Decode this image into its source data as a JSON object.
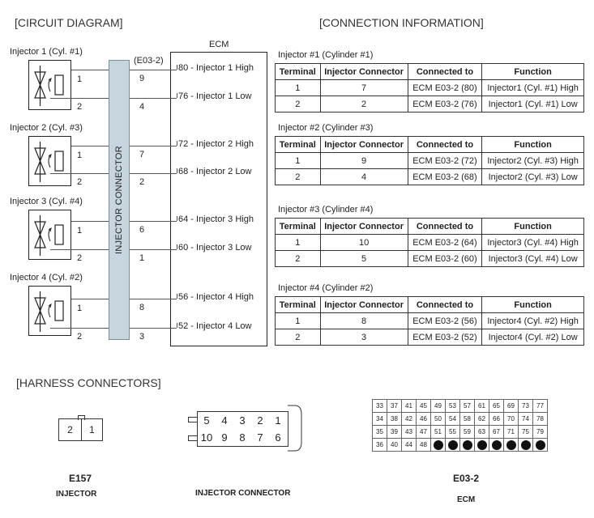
{
  "sections": {
    "circuit": "[CIRCUIT DIAGRAM]",
    "connection": "[CONNECTION INFORMATION]",
    "harness": "[HARNESS CONNECTORS]"
  },
  "circuit": {
    "ecm_title": "ECM",
    "connector_code": "(E03-2)",
    "bus_label": "INJECTOR CONNECTOR",
    "injectors": [
      {
        "label": "Injector 1 (Cyl. #1)",
        "pin1": "1",
        "pin2": "2",
        "conn_high": "9",
        "conn_low": "4",
        "ecm_high": "80 - Injector 1 High",
        "ecm_low": "76 - Injector 1 Low"
      },
      {
        "label": "Injector 2 (Cyl. #3)",
        "pin1": "1",
        "pin2": "2",
        "conn_high": "7",
        "conn_low": "2",
        "ecm_high": "72 - Injector 2 High",
        "ecm_low": "68 - Injector 2 Low"
      },
      {
        "label": "Injector 3 (Cyl. #4)",
        "pin1": "1",
        "pin2": "2",
        "conn_high": "6",
        "conn_low": "1",
        "ecm_high": "64 - Injector 3 High",
        "ecm_low": "60 - Injector 3 Low"
      },
      {
        "label": "Injector 4 (Cyl. #2)",
        "pin1": "1",
        "pin2": "2",
        "conn_high": "8",
        "conn_low": "3",
        "ecm_high": "56 - Injector 4 High",
        "ecm_low": "52 - Injector 4 Low"
      }
    ]
  },
  "connection": {
    "headers": [
      "Terminal",
      "Injector Connector",
      "Connected to",
      "Function"
    ],
    "tables": [
      {
        "title": "Injector #1 (Cylinder #1)",
        "rows": [
          [
            "1",
            "7",
            "ECM E03-2 (80)",
            "Injector1 (Cyl. #1) High"
          ],
          [
            "2",
            "2",
            "ECM E03-2 (76)",
            "Injector1 (Cyl. #1) Low"
          ]
        ]
      },
      {
        "title": "Injector #2 (Cylinder #3)",
        "rows": [
          [
            "1",
            "9",
            "ECM E03-2 (72)",
            "Injector2 (Cyl. #3) High"
          ],
          [
            "2",
            "4",
            "ECM E03-2 (68)",
            "Injector2 (Cyl. #3) Low"
          ]
        ]
      },
      {
        "title": "Injector #3 (Cylinder #4)",
        "rows": [
          [
            "1",
            "10",
            "ECM E03-2 (64)",
            "Injector3 (Cyl. #4) High"
          ],
          [
            "2",
            "5",
            "ECM E03-2 (60)",
            "Injector3 (Cyl. #4) Low"
          ]
        ]
      },
      {
        "title": "Injector #4 (Cylinder #2)",
        "rows": [
          [
            "1",
            "8",
            "ECM E03-2 (56)",
            "Injector4 (Cyl. #2) High"
          ],
          [
            "2",
            "3",
            "ECM E03-2 (52)",
            "Injector4 (Cyl. #2) Low"
          ]
        ]
      }
    ]
  },
  "harness": {
    "e157": {
      "cells": [
        "2",
        "1"
      ],
      "code": "E157",
      "name": "INJECTOR"
    },
    "injector_connector": {
      "top": [
        "5",
        "4",
        "3",
        "2",
        "1"
      ],
      "bottom": [
        "10",
        "9",
        "8",
        "7",
        "6"
      ],
      "name": "INJECTOR CONNECTOR"
    },
    "ecm_connector": {
      "code": "E03-2",
      "name": "ECM",
      "rows": [
        [
          "33",
          "37",
          "41",
          "45",
          "49",
          "53",
          "57",
          "61",
          "65",
          "69",
          "73",
          "77"
        ],
        [
          "34",
          "38",
          "42",
          "46",
          "50",
          "54",
          "58",
          "62",
          "66",
          "70",
          "74",
          "78"
        ],
        [
          "35",
          "39",
          "43",
          "47",
          "51",
          "55",
          "59",
          "63",
          "67",
          "71",
          "75",
          "79"
        ],
        [
          "36",
          "40",
          "44",
          "48",
          "dot",
          "dot",
          "dot",
          "dot",
          "dot",
          "dot",
          "dot",
          "dot"
        ]
      ]
    }
  }
}
